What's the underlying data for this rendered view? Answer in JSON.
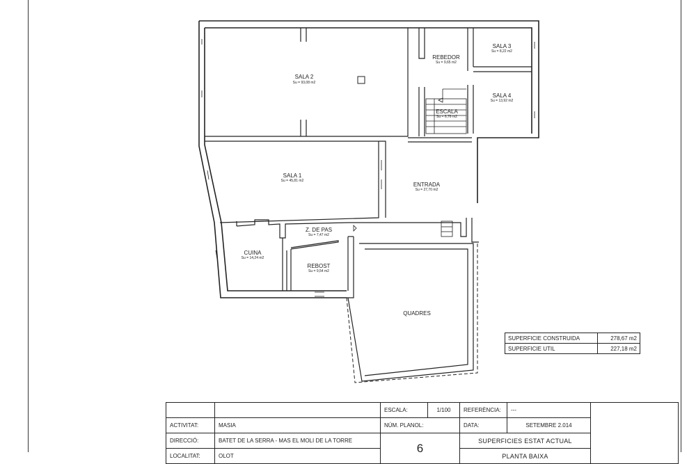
{
  "rooms": [
    {
      "name": "SALA 2",
      "area": "Su = 93,08 m2"
    },
    {
      "name": "REBEDOR",
      "area": "Su = 9,65 m2"
    },
    {
      "name": "SALA 3",
      "area": "Su = 8,22 m2"
    },
    {
      "name": "SALA 4",
      "area": "Su = 13,92 m2"
    },
    {
      "name": "ESCALA",
      "area": "Su = 6,76 m2"
    },
    {
      "name": "SALA 1",
      "area": "Su = 45,81 m2"
    },
    {
      "name": "ENTRADA",
      "area": "Su = 27,70 m2"
    },
    {
      "name": "Z. DE PAS",
      "area": "Su = 7,47 m2"
    },
    {
      "name": "CUINA",
      "area": "Su = 14,24 m2"
    },
    {
      "name": "REBOST",
      "area": "Su = 9,54 m2"
    },
    {
      "name": "QUADRES",
      "area": ""
    }
  ],
  "surfaces": {
    "constructed_label": "SUPERFICIE CONSTRUIDA",
    "constructed_value": "278,67 m2",
    "useful_label": "SUPERFICIE UTIL",
    "useful_value": "227,18 m2"
  },
  "title_block": {
    "escala_label": "ESCALA:",
    "escala_value": "1/100",
    "referencia_label": "REFERÈNCIA:",
    "referencia_value": "---",
    "activitat_label": "ACTIVITAT:",
    "activitat_value": "MASIA",
    "num_planol_label": "NÚM. PLANOL:",
    "num_planol_value": "6",
    "data_label": "DATA:",
    "data_value": "SETEMBRE 2.014",
    "direccio_label": "DIRECCIÓ:",
    "direccio_value": "BATET DE LA SERRA - MAS EL MOLI DE LA TORRE",
    "drawing_title_1": "SUPERFICIES ESTAT ACTUAL",
    "drawing_title_2": "PLANTA BAIXA",
    "localitat_label": "LOCALITAT:",
    "localitat_value": "OLOT"
  }
}
